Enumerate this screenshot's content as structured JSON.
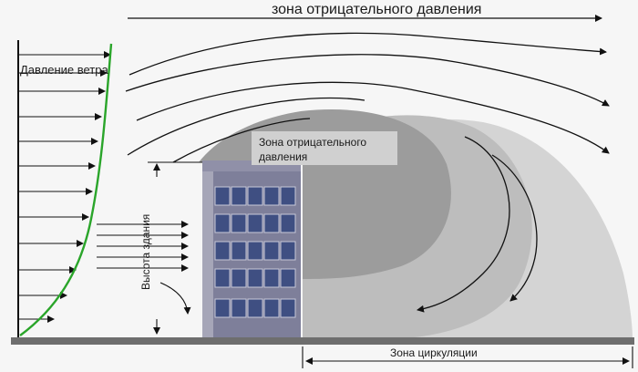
{
  "labels": {
    "top_zone": "зона отрицательного давления",
    "wind_pressure": "Давление ветра",
    "inner_zone_line1": "Зона отрицательного",
    "inner_zone_line2": "давления",
    "building_height": "Высота здания",
    "circulation_zone": "Зона циркуляции"
  },
  "colors": {
    "background": "#f6f6f6",
    "ground": "#6e6e6e",
    "outer_zone": "#d4d4d4",
    "middle_zone": "#bdbdbd",
    "inner_zone": "#9c9c9c",
    "pressure_curve": "#2aa52a",
    "building_face": "#7e7f9a",
    "building_window": "#3f4f82",
    "building_side": "#a6a6b8",
    "text_box": "#d0d0d0",
    "lines": "#111111"
  }
}
